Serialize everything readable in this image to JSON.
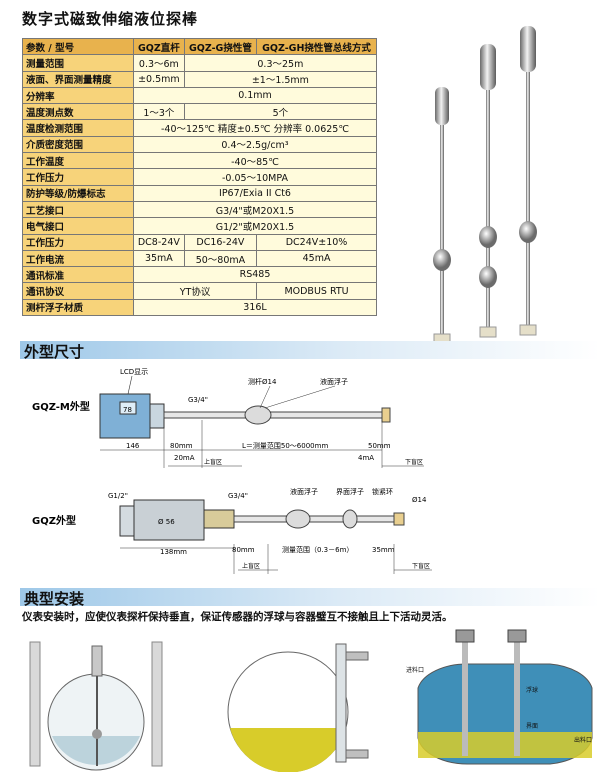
{
  "title": "数字式磁致伸缩液位探棒",
  "table": {
    "header": [
      "参数 / 型号",
      "GQZ直杆",
      "GQZ-G挠性管",
      "GQZ-GH挠性管总线方式"
    ],
    "rows": [
      {
        "label": "测量范围",
        "cells": [
          "0.3～6m",
          "0.3～25m"
        ],
        "span": [
          1,
          2
        ]
      },
      {
        "label": "液面、界面测量精度",
        "cells": [
          "±0.5mm",
          "±1～1.5mm"
        ],
        "span": [
          1,
          2
        ]
      },
      {
        "label": "分辨率",
        "cells": [
          "0.1mm"
        ],
        "span": [
          3
        ]
      },
      {
        "label": "温度测点数",
        "cells": [
          "1～3个",
          "5个"
        ],
        "span": [
          1,
          2
        ]
      },
      {
        "label": "温度检测范围",
        "cells": [
          "-40～125℃  精度±0.5℃  分辨率 0.0625℃"
        ],
        "span": [
          3
        ]
      },
      {
        "label": "介质密度范围",
        "cells": [
          "0.4～2.5g/cm³"
        ],
        "span": [
          3
        ]
      },
      {
        "label": "工作温度",
        "cells": [
          "-40～85℃"
        ],
        "span": [
          3
        ]
      },
      {
        "label": "工作压力",
        "cells": [
          "-0.05～10MPA"
        ],
        "span": [
          3
        ]
      },
      {
        "label": "防护等级/防爆标志",
        "cells": [
          "IP67/Exia II Ct6"
        ],
        "span": [
          3
        ]
      },
      {
        "label": "工艺接口",
        "cells": [
          "G3/4\"或M20X1.5"
        ],
        "span": [
          3
        ]
      },
      {
        "label": "电气接口",
        "cells": [
          "G1/2\"或M20X1.5"
        ],
        "span": [
          3
        ]
      },
      {
        "label": "工作压力",
        "cells": [
          "DC8-24V",
          "DC16-24V",
          "DC24V±10%"
        ],
        "span": [
          1,
          1,
          1
        ]
      },
      {
        "label": "工作电流",
        "cells": [
          "35mA",
          "50～80mA",
          "45mA"
        ],
        "span": [
          1,
          1,
          1
        ]
      },
      {
        "label": "通讯标准",
        "cells": [
          "RS485"
        ],
        "span": [
          3
        ]
      },
      {
        "label": "通讯协议",
        "cells": [
          "YT协议",
          "MODBUS RTU"
        ],
        "span": [
          2,
          1
        ]
      },
      {
        "label": "测杆浮子材质",
        "cells": [
          "316L"
        ],
        "span": [
          3
        ]
      }
    ]
  },
  "sections": {
    "dimensions": "外型尺寸",
    "installation": "典型安装"
  },
  "diagram_m": {
    "model": "GQZ-M外型",
    "lcd": "LCD显示",
    "thread": "G3/4\"",
    "rod": "测杆Ø14",
    "float": "液面浮子",
    "d146": "146",
    "d80": "80mm",
    "range": "L＝测量范围50～6000mm",
    "d50": "50mm",
    "ma20": "20mA",
    "ma4": "4mA",
    "upper": "上盲区",
    "lower": "下盲区",
    "disp": "78"
  },
  "diagram_gqz": {
    "model": "GQZ外型",
    "thread1": "G1/2\"",
    "thread2": "G3/4\"",
    "phi": "Ø 56",
    "float1": "液面浮子",
    "float2": "界面浮子",
    "ring": "锁紧环",
    "rod": "Ø14",
    "d138": "138mm",
    "d80": "80mm",
    "range": "测量范围（0.3－6m）",
    "d35": "35mm",
    "upper": "上盲区",
    "lower": "下盲区"
  },
  "install_note": "仪表安装时，应使仪表探杆保持垂直，保证传感器的浮球与容器璧互不接触且上下活动灵活。",
  "install_labels": {
    "inlet": "进料口",
    "outlet": "出料口",
    "float": "浮球",
    "interface": "界面"
  },
  "colors": {
    "label_bg": "#f7d37a",
    "value_bg": "#fffbdc",
    "header_bg": "#e8b24d",
    "water": "#3f8fb8",
    "oil": "#d8cc2a"
  }
}
